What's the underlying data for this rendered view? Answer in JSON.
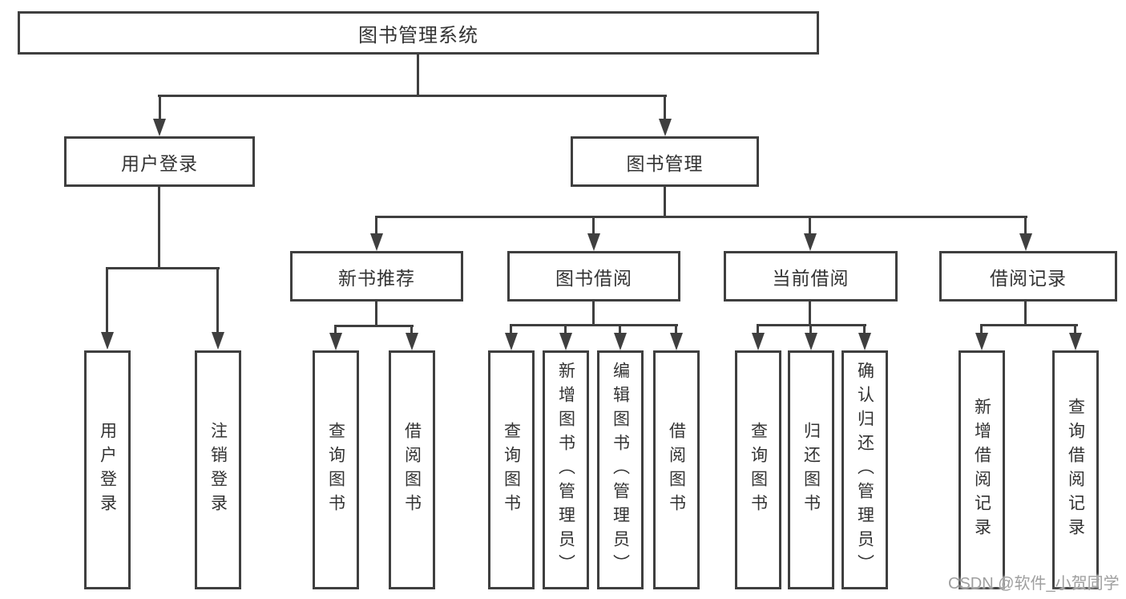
{
  "title": "图书管理系统",
  "watermark": "CSDN @软件_小贺同学",
  "colors": {
    "line": "#3f3f3f",
    "text": "#333333",
    "watermark": "#9f9f9f",
    "background": "#ffffff"
  },
  "tree": {
    "root": {
      "label": "图书管理系统"
    },
    "branches": [
      {
        "label": "用户登录",
        "children": [
          {
            "label": "用户登录"
          },
          {
            "label": "注销登录"
          }
        ]
      },
      {
        "label": "图书管理",
        "children": [
          {
            "label": "新书推荐",
            "children": [
              {
                "label": "查询图书"
              },
              {
                "label": "借阅图书"
              }
            ]
          },
          {
            "label": "图书借阅",
            "children": [
              {
                "label": "查询图书"
              },
              {
                "label": "新增图书（管理员）"
              },
              {
                "label": "编辑图书（管理员）"
              },
              {
                "label": "借阅图书"
              }
            ]
          },
          {
            "label": "当前借阅",
            "children": [
              {
                "label": "查询图书"
              },
              {
                "label": "归还图书"
              },
              {
                "label": "确认归还（管理员）"
              }
            ]
          },
          {
            "label": "借阅记录",
            "children": [
              {
                "label": "新增借阅记录"
              },
              {
                "label": "查询借阅记录"
              }
            ]
          }
        ]
      }
    ]
  }
}
